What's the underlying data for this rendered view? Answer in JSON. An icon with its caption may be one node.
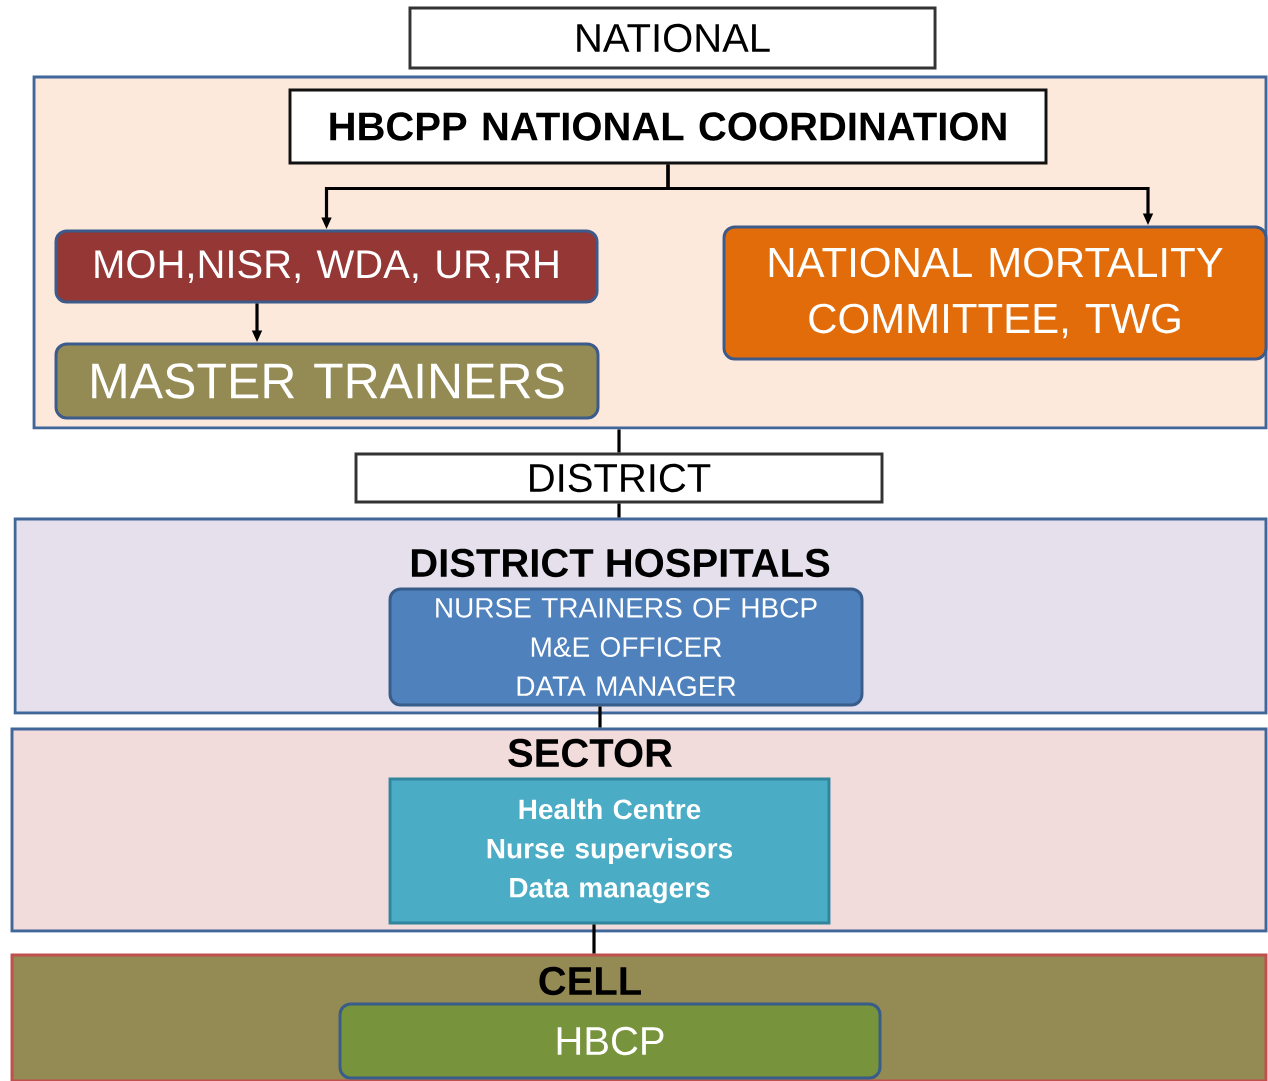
{
  "diagram": {
    "nodes": [
      {
        "text": [
          "NATIONAL"
        ]
      },
      {
        "text": [],
        "shape": "box"
      },
      {
        "text": [
          "HBCPP NATIONAL COORDINATION"
        ],
        "in": 1
      },
      {
        "text": [
          "MOH,NISR, WDA, UR,RH"
        ],
        "in": 1
      },
      {
        "text": [
          "MASTER TRAINERS"
        ],
        "in": 1
      },
      {
        "text": [
          "NATIONAL MORTALITY COMMITTEE, TWG"
        ],
        "in": 1
      },
      {
        "text": [
          "DISTRICT"
        ]
      },
      {
        "text": [
          "DISTRICT HOSPITALS"
        ]
      },
      {
        "text": [
          "NURSE TRAINERS OF HBCP",
          "M&E OFFICER",
          "DATA MANAGER"
        ],
        "in": 7
      },
      {
        "text": [
          "SECTOR"
        ]
      },
      {
        "text": [
          "Health Centre",
          "Nurse supervisors",
          "Data managers"
        ],
        "in": 9
      },
      {
        "text": [
          "CELL"
        ]
      },
      {
        "text": [
          "HBCP"
        ],
        "in": 11
      }
    ],
    "edges": [
      {
        "from": 2,
        "to": 3,
        "arrow": "to"
      },
      {
        "from": 2,
        "to": 5,
        "arrow": "to"
      },
      {
        "from": 3,
        "to": 4,
        "arrow": "to"
      },
      {
        "from": 1,
        "to": 6,
        "arrow": "none"
      },
      {
        "from": 6,
        "to": 7,
        "arrow": "none"
      },
      {
        "from": 8,
        "to": 9,
        "arrow": "none"
      },
      {
        "from": 10,
        "to": 11,
        "arrow": "none"
      }
    ]
  }
}
